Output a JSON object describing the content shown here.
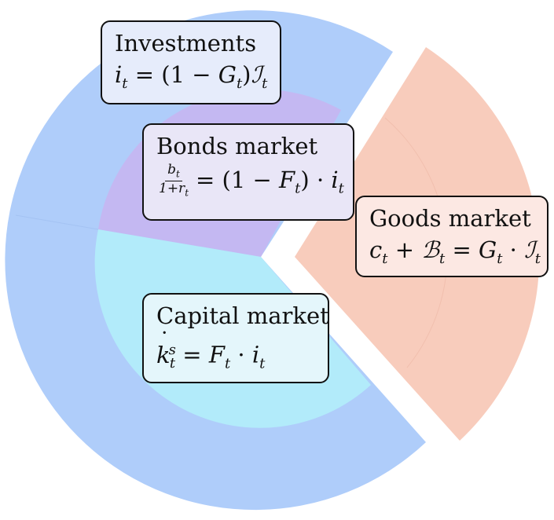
{
  "colors": {
    "outer_ring": "#afcdfa",
    "bonds_sector": "#c4b8f2",
    "capital_sector": "#b2ebfa",
    "goods_sector": "#f8ccbc",
    "box_border": "#111111"
  },
  "investments": {
    "title": "Investments",
    "eq_lhs": "i",
    "eq_lhs_sub": "t",
    "eq_mid": " = (1 − ",
    "eq_G": "G",
    "eq_G_sub": "t",
    "eq_close": ")",
    "eq_I": "ℐ",
    "eq_I_sub": "t"
  },
  "bonds_market": {
    "title": "Bonds market",
    "frac_num": "b",
    "frac_num_sub": "t",
    "frac_den": "1+r",
    "frac_den_sub": "t",
    "eq_mid": "= (1 − ",
    "eq_F": "F",
    "eq_F_sub": "t",
    "eq_close": ") · ",
    "eq_i": "i",
    "eq_i_sub": "t"
  },
  "goods_market": {
    "title": "Goods market",
    "eq_c": "c",
    "eq_c_sub": "t",
    "eq_plus": " + ",
    "eq_B": "ℬ",
    "eq_B_sub": "t",
    "eq_eq": " = ",
    "eq_G": "G",
    "eq_G_sub": "t",
    "eq_dot": " · ",
    "eq_I": "ℐ",
    "eq_I_sub": "t"
  },
  "capital_market": {
    "title": "Capital market",
    "eq_k": "k",
    "eq_k_sup": "s",
    "eq_k_sub": "t",
    "eq_mid": " = ",
    "eq_F": "F",
    "eq_F_sub": "t",
    "eq_dot": " · ",
    "eq_i": "i",
    "eq_i_sub": "t"
  }
}
